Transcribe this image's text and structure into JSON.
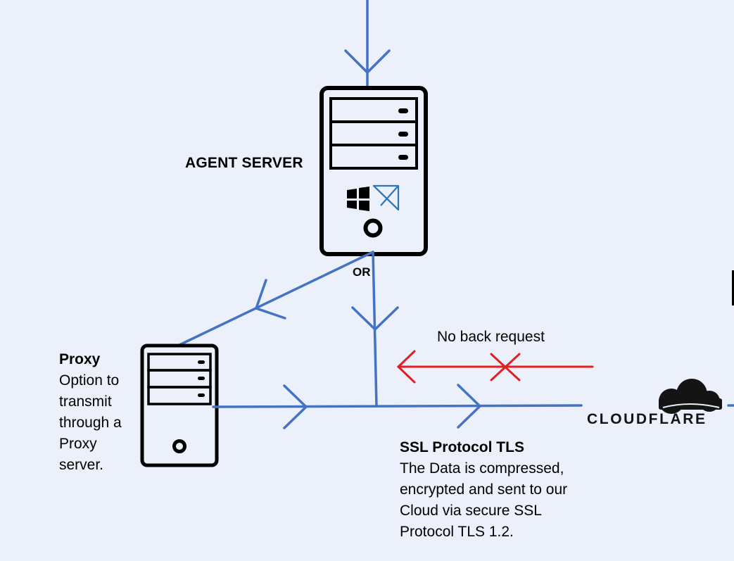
{
  "colors": {
    "background": "#ebf0fa",
    "flow_line": "#4472c4",
    "blocked_line": "#e02020",
    "server_outline": "#000000",
    "windows_logo": "#000000",
    "secondary_logo": "#2e75b6",
    "cloud": "#141414"
  },
  "labels": {
    "agent_server": "AGENT SERVER",
    "or": "OR",
    "no_back_request": "No back request"
  },
  "proxy": {
    "title": "Proxy",
    "description": "Option to transmit through a Proxy server."
  },
  "ssl": {
    "title": "SSL Protocol TLS",
    "description": "The Data is compressed, encrypted and sent to our Cloud via secure SSL Protocol TLS 1.2."
  },
  "cloud": {
    "brand": "CLOUDFLARE"
  },
  "icons": {
    "agent_server": "server-tower-icon",
    "proxy_server": "server-tower-icon",
    "os_logo": "windows-logo-icon",
    "app_logo": "triangle-logo-icon",
    "cloud": "cloud-icon",
    "blocked": "x-cross-icon"
  }
}
